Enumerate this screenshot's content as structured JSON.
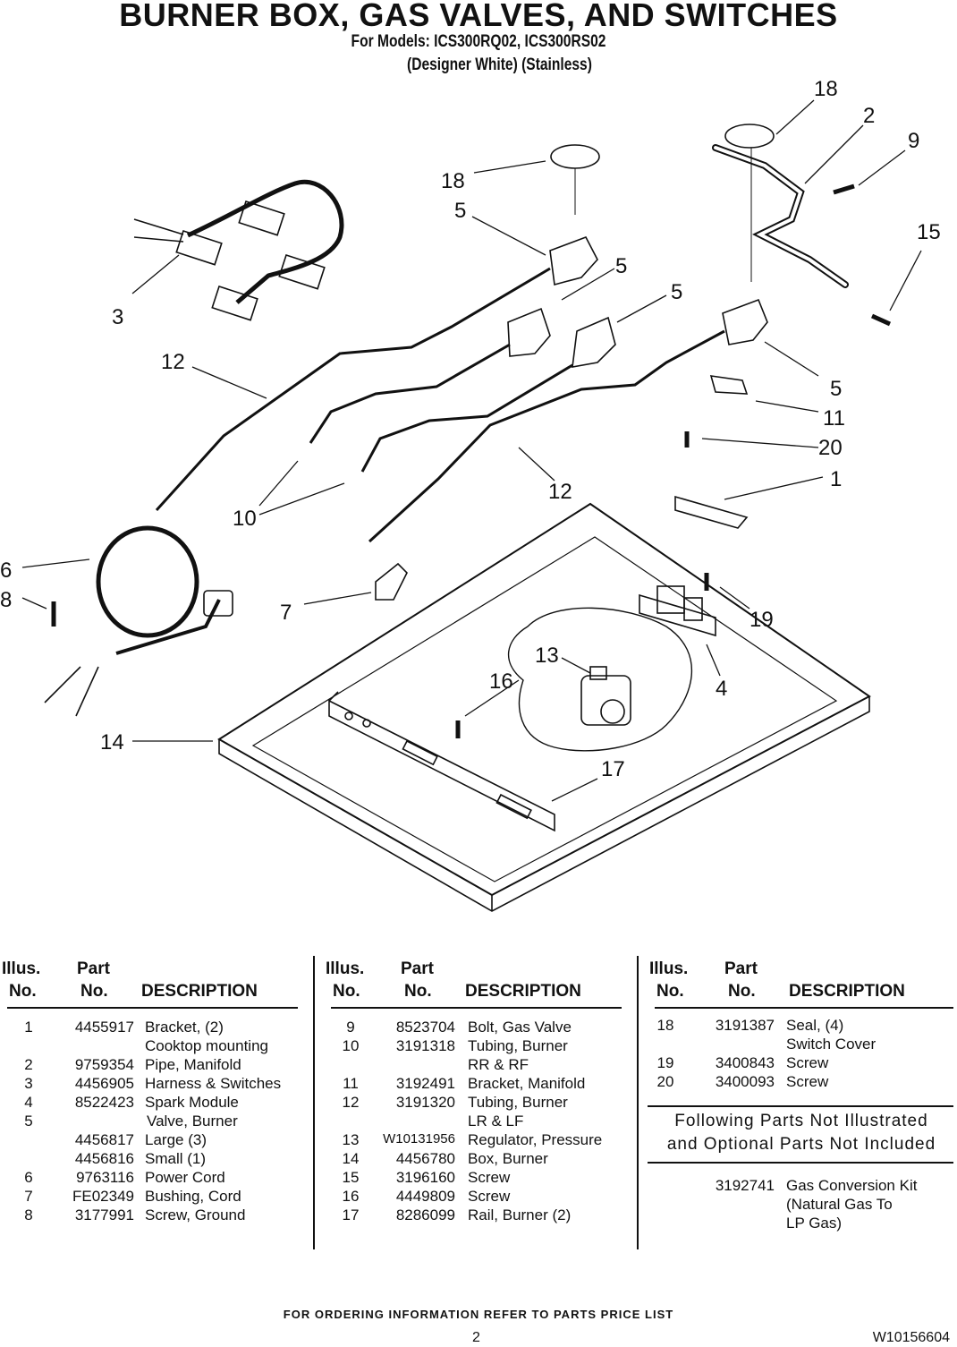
{
  "header": {
    "title": "BURNER BOX, GAS VALVES, AND SWITCHES",
    "models": "For Models: ICS300RQ02, ICS300RS02",
    "finish": "(Designer White) (Stainless)"
  },
  "callouts": [
    "18",
    "2",
    "9",
    "18",
    "5",
    "15",
    "5",
    "5",
    "3",
    "12",
    "5",
    "11",
    "20",
    "1",
    "12",
    "10",
    "6",
    "8",
    "7",
    "19",
    "13",
    "16",
    "4",
    "14",
    "17"
  ],
  "table_headers": {
    "illus": "Illus.",
    "illus_no": "No.",
    "part": "Part",
    "part_no": "No.",
    "description": "DESCRIPTION"
  },
  "columns": [
    [
      {
        "illus": "1",
        "part": "4455917",
        "desc": "Bracket, (2)"
      },
      {
        "illus": "",
        "part": "",
        "desc": "Cooktop mounting"
      },
      {
        "illus": "2",
        "part": "9759354",
        "desc": "Pipe, Manifold"
      },
      {
        "illus": "3",
        "part": "4456905",
        "desc": "Harness & Switches"
      },
      {
        "illus": "4",
        "part": "8522423",
        "desc": "Spark Module"
      },
      {
        "illus": "5",
        "part": "",
        "desc": "Valve, Burner"
      },
      {
        "illus": "",
        "part": "4456817",
        "desc": "Large (3)"
      },
      {
        "illus": "",
        "part": "4456816",
        "desc": "Small (1)"
      },
      {
        "illus": "6",
        "part": "9763116",
        "desc": "Power Cord"
      },
      {
        "illus": "7",
        "part": "FE02349",
        "desc": "Bushing, Cord"
      },
      {
        "illus": "8",
        "part": "3177991",
        "desc": "Screw, Ground"
      }
    ],
    [
      {
        "illus": "9",
        "part": "8523704",
        "desc": "Bolt, Gas Valve"
      },
      {
        "illus": "10",
        "part": "3191318",
        "desc": "Tubing, Burner"
      },
      {
        "illus": "",
        "part": "",
        "desc": "RR & RF"
      },
      {
        "illus": "11",
        "part": "3192491",
        "desc": "Bracket, Manifold"
      },
      {
        "illus": "12",
        "part": "3191320",
        "desc": "Tubing, Burner"
      },
      {
        "illus": "",
        "part": "",
        "desc": "LR & LF"
      },
      {
        "illus": "13",
        "part": "W10131956",
        "desc": "Regulator, Pressure"
      },
      {
        "illus": "14",
        "part": "4456780",
        "desc": "Box, Burner"
      },
      {
        "illus": "15",
        "part": "3196160",
        "desc": "Screw"
      },
      {
        "illus": "16",
        "part": "4449809",
        "desc": "Screw"
      },
      {
        "illus": "17",
        "part": "8286099",
        "desc": "Rail, Burner (2)"
      }
    ],
    [
      {
        "illus": "18",
        "part": "3191387",
        "desc": "Seal, (4)"
      },
      {
        "illus": "",
        "part": "",
        "desc": "Switch Cover"
      },
      {
        "illus": "19",
        "part": "3400843",
        "desc": "Screw"
      },
      {
        "illus": "20",
        "part": "3400093",
        "desc": "Screw"
      }
    ]
  ],
  "not_illustrated": {
    "heading_line1": "Following Parts Not Illustrated",
    "heading_line2": "and Optional Parts Not Included",
    "items": [
      {
        "part": "3192741",
        "desc": "Gas Conversion Kit"
      },
      {
        "part": "",
        "desc": "(Natural Gas To"
      },
      {
        "part": "",
        "desc": "LP Gas)"
      }
    ]
  },
  "footer": {
    "ordering": "FOR ORDERING INFORMATION REFER TO PARTS PRICE LIST",
    "page": "2",
    "doc_number": "W10156604"
  }
}
